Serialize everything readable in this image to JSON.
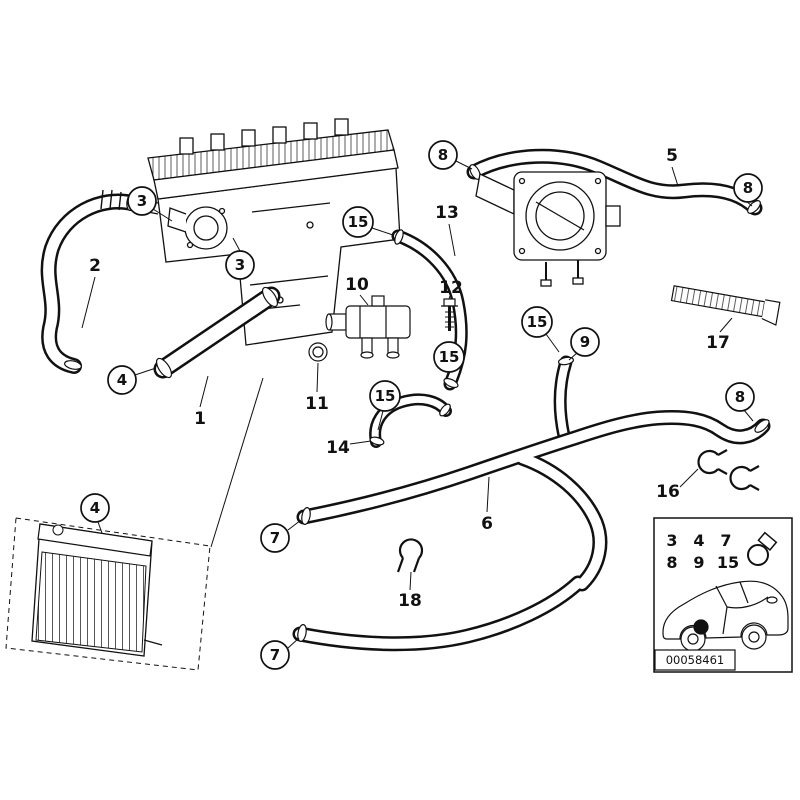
{
  "callouts": [
    {
      "label": "2",
      "circled": false
    },
    {
      "label": "3",
      "circled": true
    },
    {
      "label": "3",
      "circled": true
    },
    {
      "label": "4",
      "circled": true
    },
    {
      "label": "1",
      "circled": false
    },
    {
      "label": "4",
      "circled": true
    },
    {
      "label": "8",
      "circled": true
    },
    {
      "label": "5",
      "circled": false
    },
    {
      "label": "8",
      "circled": true
    },
    {
      "label": "15",
      "circled": true
    },
    {
      "label": "13",
      "circled": false
    },
    {
      "label": "10",
      "circled": false
    },
    {
      "label": "12",
      "circled": false
    },
    {
      "label": "15",
      "circled": true
    },
    {
      "label": "9",
      "circled": true
    },
    {
      "label": "17",
      "circled": false
    },
    {
      "label": "11",
      "circled": false
    },
    {
      "label": "15",
      "circled": true
    },
    {
      "label": "15",
      "circled": true
    },
    {
      "label": "14",
      "circled": false
    },
    {
      "label": "8",
      "circled": true
    },
    {
      "label": "16",
      "circled": false
    },
    {
      "label": "7",
      "circled": true
    },
    {
      "label": "6",
      "circled": false
    },
    {
      "label": "18",
      "circled": false
    },
    {
      "label": "7",
      "circled": true
    }
  ],
  "legend": {
    "row1": [
      "3",
      "4",
      "7"
    ],
    "row2": [
      "8",
      "9",
      "15"
    ]
  },
  "icons": {
    "legend_clamp": "hose-clamp-icon",
    "part_16": "hose-clamp-icon",
    "part_18": "spring-clamp-icon"
  },
  "part_number": "00058461"
}
